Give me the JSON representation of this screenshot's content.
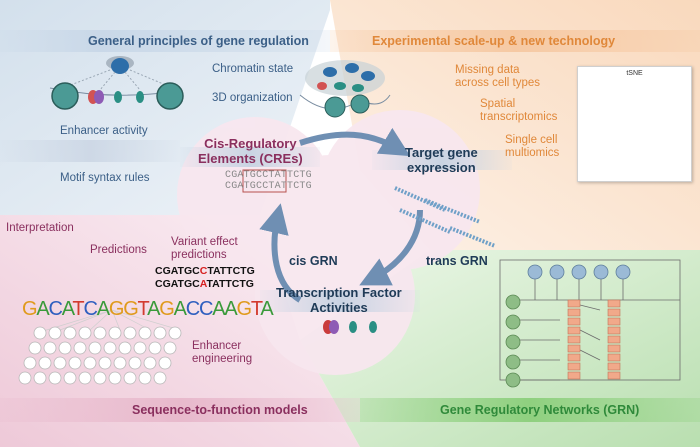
{
  "headers": {
    "top_left": "General principles of gene regulation",
    "top_right": "Experimental scale-up & new technology",
    "bottom_left": "Sequence-to-function models",
    "bottom_right": "Gene Regulatory Networks (GRN)"
  },
  "top_left_labels": {
    "chromatin_state": "Chromatin state",
    "organization_3d": "3D organization",
    "enhancer_activity": "Enhancer activity",
    "motif_syntax": "Motif syntax rules"
  },
  "top_right_labels": {
    "missing_data": [
      "Missing data",
      "across cell types"
    ],
    "spatial": [
      "Spatial",
      "transcriptomics"
    ],
    "single_cell": [
      "Single cell",
      "multiomics"
    ],
    "tsne_title": "tSNE"
  },
  "center": {
    "cre_label": [
      "Cis-Regulatory",
      "Elements (CREs)"
    ],
    "seq_line1": {
      "pre": "CGA",
      "box": "TGCCTA",
      "post": "TTCTG"
    },
    "seq_line2": {
      "pre": "CGA",
      "box": "TGCCTA",
      "post": "TTCTG"
    },
    "target_label": [
      "Target gene",
      "expression"
    ],
    "cis_grn": "cis GRN",
    "trans_grn": "trans GRN",
    "tf_label": [
      "Transcription Factor",
      "Activities"
    ]
  },
  "bottom_left_labels": {
    "interpretation": "Interpretation",
    "predictions": "Predictions",
    "variant_effect": [
      "Variant effect",
      "predictions"
    ],
    "variant_seq1": {
      "pre": "CGATGC",
      "mut": "C",
      "post": "TATTCTG"
    },
    "variant_seq2": {
      "pre": "CGATGC",
      "mut": "A",
      "post": "TATTCTG"
    },
    "motif_logo": "GACATCAGGTAGACCAAGTA",
    "enhancer_engineering": [
      "Enhancer",
      "engineering"
    ]
  },
  "colors": {
    "blue_region": "#dce6ef",
    "orange_region": "#fbe3cf",
    "pink_region": "#f3dbe5",
    "green_region": "#cfe9c8",
    "arrow": "#6f8fb3",
    "node_blue": "#7fa6c9",
    "node_green": "#7fae79",
    "rect_salmon": "#f1a98a"
  }
}
